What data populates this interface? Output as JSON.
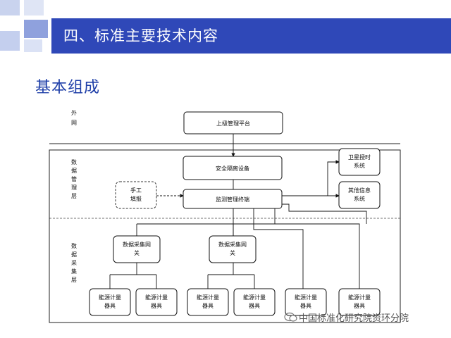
{
  "header": {
    "title": "四、标准主要技术内容",
    "color": "#2f48b8"
  },
  "subtitle": "基本组成",
  "diagram": {
    "layers": {
      "outer": "外网",
      "data_management": "数据管理层",
      "data_collection": "数据采集层"
    },
    "nodes": {
      "upper_platform": "上级管理平台",
      "security_device": "安全隔离设备",
      "manual_fill": [
        "手工",
        "填报"
      ],
      "monitor_terminal": "监测管理终端",
      "satellite_timing": [
        "卫星授时",
        "系统"
      ],
      "other_info": [
        "其他信息",
        "系统"
      ],
      "gateway_1": [
        "数据采集网",
        "关"
      ],
      "gateway_2": [
        "数据采集网",
        "关"
      ],
      "meter_1": [
        "能源计量",
        "器具"
      ],
      "meter_2": [
        "能源计量",
        "器具"
      ],
      "meter_3": [
        "能源计量",
        "器具"
      ],
      "meter_4": [
        "能源计量",
        "器具"
      ],
      "meter_5": [
        "能源计量",
        "器具"
      ],
      "meter_6": [
        "能源计量",
        "器具"
      ]
    }
  },
  "watermark": "中国标准化研究院资环分院"
}
